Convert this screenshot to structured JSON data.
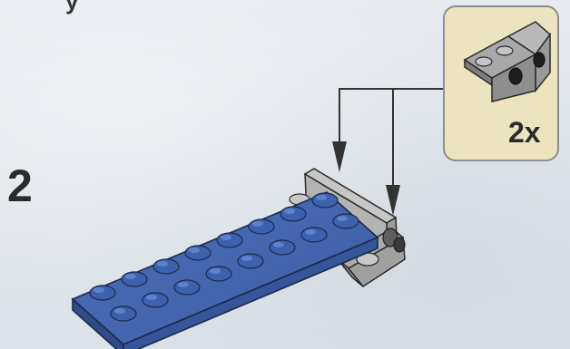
{
  "instruction": {
    "top_fragment_text": "y",
    "step_number": "2",
    "parts_callout": {
      "quantity": "2x",
      "part_icon": "bracket-1x2-1x2-icon"
    },
    "colors": {
      "background": "#dfe4ea",
      "callout_background": "#ebe4be",
      "blue_plate": "#3b5fa6",
      "gray_bracket": "#9a9a9a",
      "arrow": "#333333"
    }
  }
}
